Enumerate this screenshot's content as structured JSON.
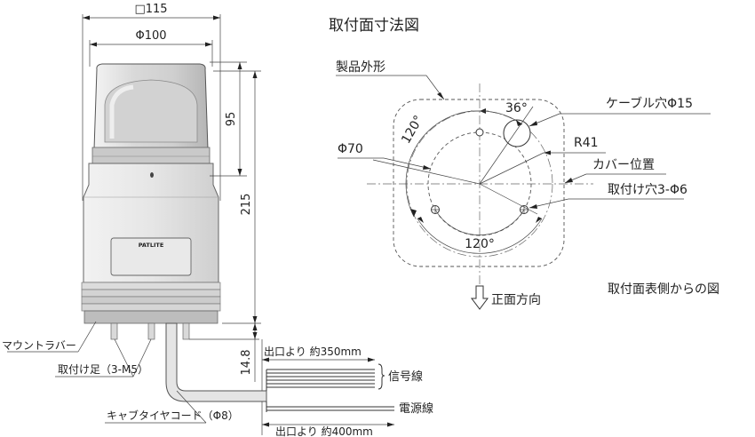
{
  "side_view": {
    "dim_square": "□115",
    "dim_dia": "Φ100",
    "dim_h95": "95",
    "dim_h215": "215",
    "dim_h148": "14.8",
    "brand": "PATLITE",
    "label_rubber": "マウントラバー",
    "label_feet": "取付け足（3-M5）",
    "label_cable": "キャブタイヤコード（Φ8）",
    "label_out350": "出口より 約350mm",
    "label_signal": "信号線",
    "label_power": "電源線",
    "label_out400": "出口より 約400mm"
  },
  "mount_view": {
    "title": "取付面寸法図",
    "product_outline": "製品外形",
    "cable_hole": "ケーブル穴Φ15",
    "radius": "R41",
    "cover_position": "カバー位置",
    "mount_holes": "取付け穴3-Φ6",
    "dia70": "Φ70",
    "angle36": "36°",
    "angle120a": "120°",
    "angle120b": "120°",
    "front_direction": "正面方向",
    "caption": "取付面表側からの図"
  }
}
